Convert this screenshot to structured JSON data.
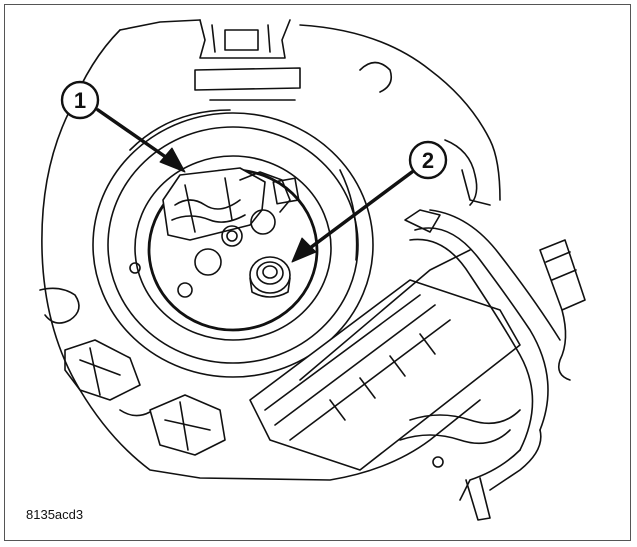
{
  "callouts": [
    {
      "number": "1"
    },
    {
      "number": "2"
    }
  ],
  "figure_id": "8135acd3"
}
